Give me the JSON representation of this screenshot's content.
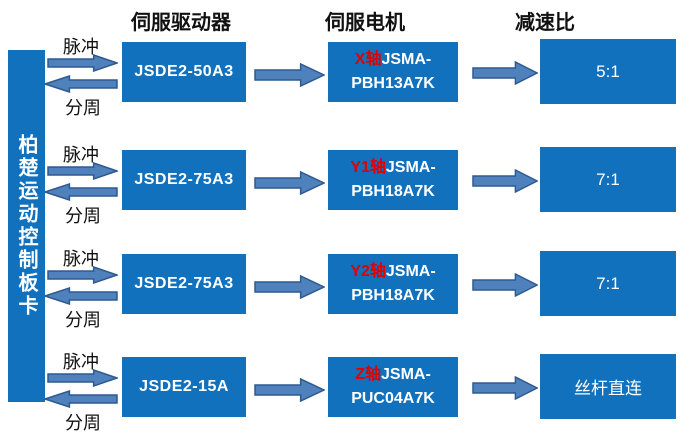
{
  "headers": {
    "driver": "伺服驱动器",
    "motor": "伺服电机",
    "ratio": "减速比"
  },
  "board": {
    "label": "柏楚运动控制板卡"
  },
  "labels": {
    "pulse": "脉冲",
    "feedback": "分周"
  },
  "rows": [
    {
      "driver": "JSDE2-50A3",
      "axis": "X轴",
      "motor_prefix": "JSMA-",
      "motor_model": "PBH13A7K",
      "ratio": "5:1"
    },
    {
      "driver": "JSDE2-75A3",
      "axis": "Y1轴",
      "motor_prefix": "JSMA-",
      "motor_model": "PBH18A7K",
      "ratio": "7:1"
    },
    {
      "driver": "JSDE2-75A3",
      "axis": "Y2轴",
      "motor_prefix": "JSMA-",
      "motor_model": "PBH18A7K",
      "ratio": "7:1"
    },
    {
      "driver": "JSDE2-15A",
      "axis": "Z轴",
      "motor_prefix": "JSMA-",
      "motor_model": "PUC04A7K",
      "ratio": "丝杆直连"
    }
  ],
  "colors": {
    "box_blue": "#1271BC",
    "arrow_fill": "#4F81BD",
    "arrow_stroke": "#2E5A8F",
    "axis_red": "#E00000"
  }
}
